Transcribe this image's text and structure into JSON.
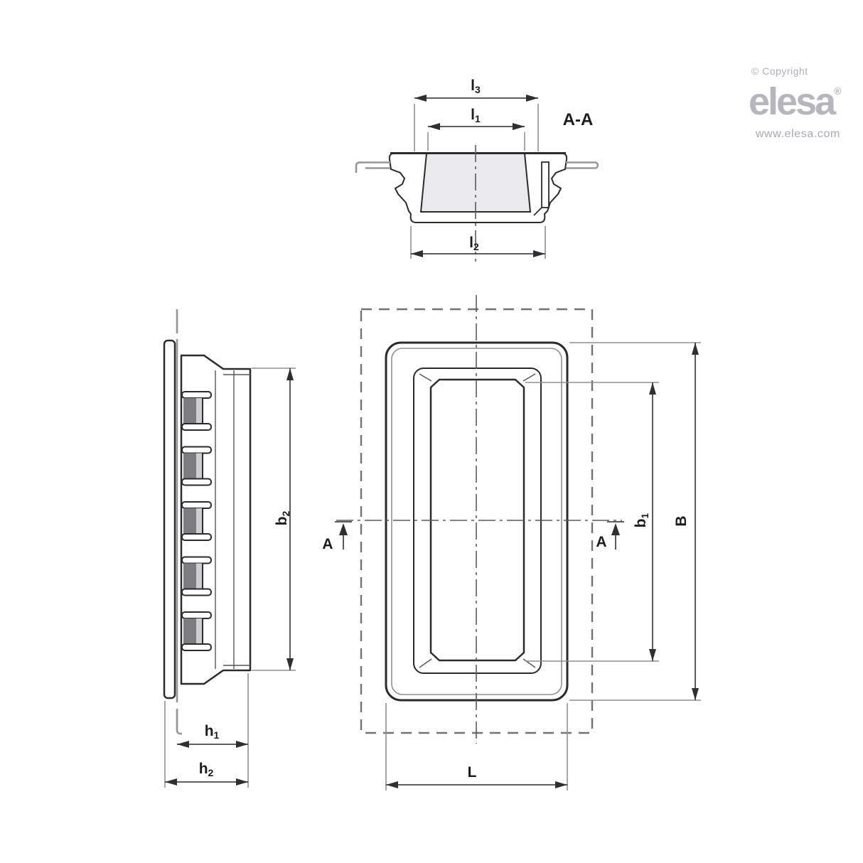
{
  "branding": {
    "copyright": "© Copyright",
    "logo": "elesa",
    "registered": "®",
    "website": "www.elesa.com"
  },
  "section_view": {
    "label": "A-A"
  },
  "cut_marker": {
    "label": "A"
  },
  "dims": {
    "l3": {
      "main": "l",
      "sub": "3"
    },
    "l1": {
      "main": "l",
      "sub": "1"
    },
    "l2": {
      "main": "l",
      "sub": "2"
    },
    "b2": {
      "main": "b",
      "sub": "2"
    },
    "b1": {
      "main": "b",
      "sub": "1"
    },
    "B": {
      "main": "B",
      "sub": ""
    },
    "L": {
      "main": "L",
      "sub": ""
    },
    "h1": {
      "main": "h",
      "sub": "1"
    },
    "h2": {
      "main": "h",
      "sub": "2"
    }
  },
  "colors": {
    "part_fill": "#eaeaec",
    "clip_dark": "#7d7d81",
    "outline": "#2b2b2e",
    "dimension": "#47474b",
    "extension": "#8f8f93",
    "logo_gray": "#b6b6be",
    "background": "#ffffff"
  }
}
